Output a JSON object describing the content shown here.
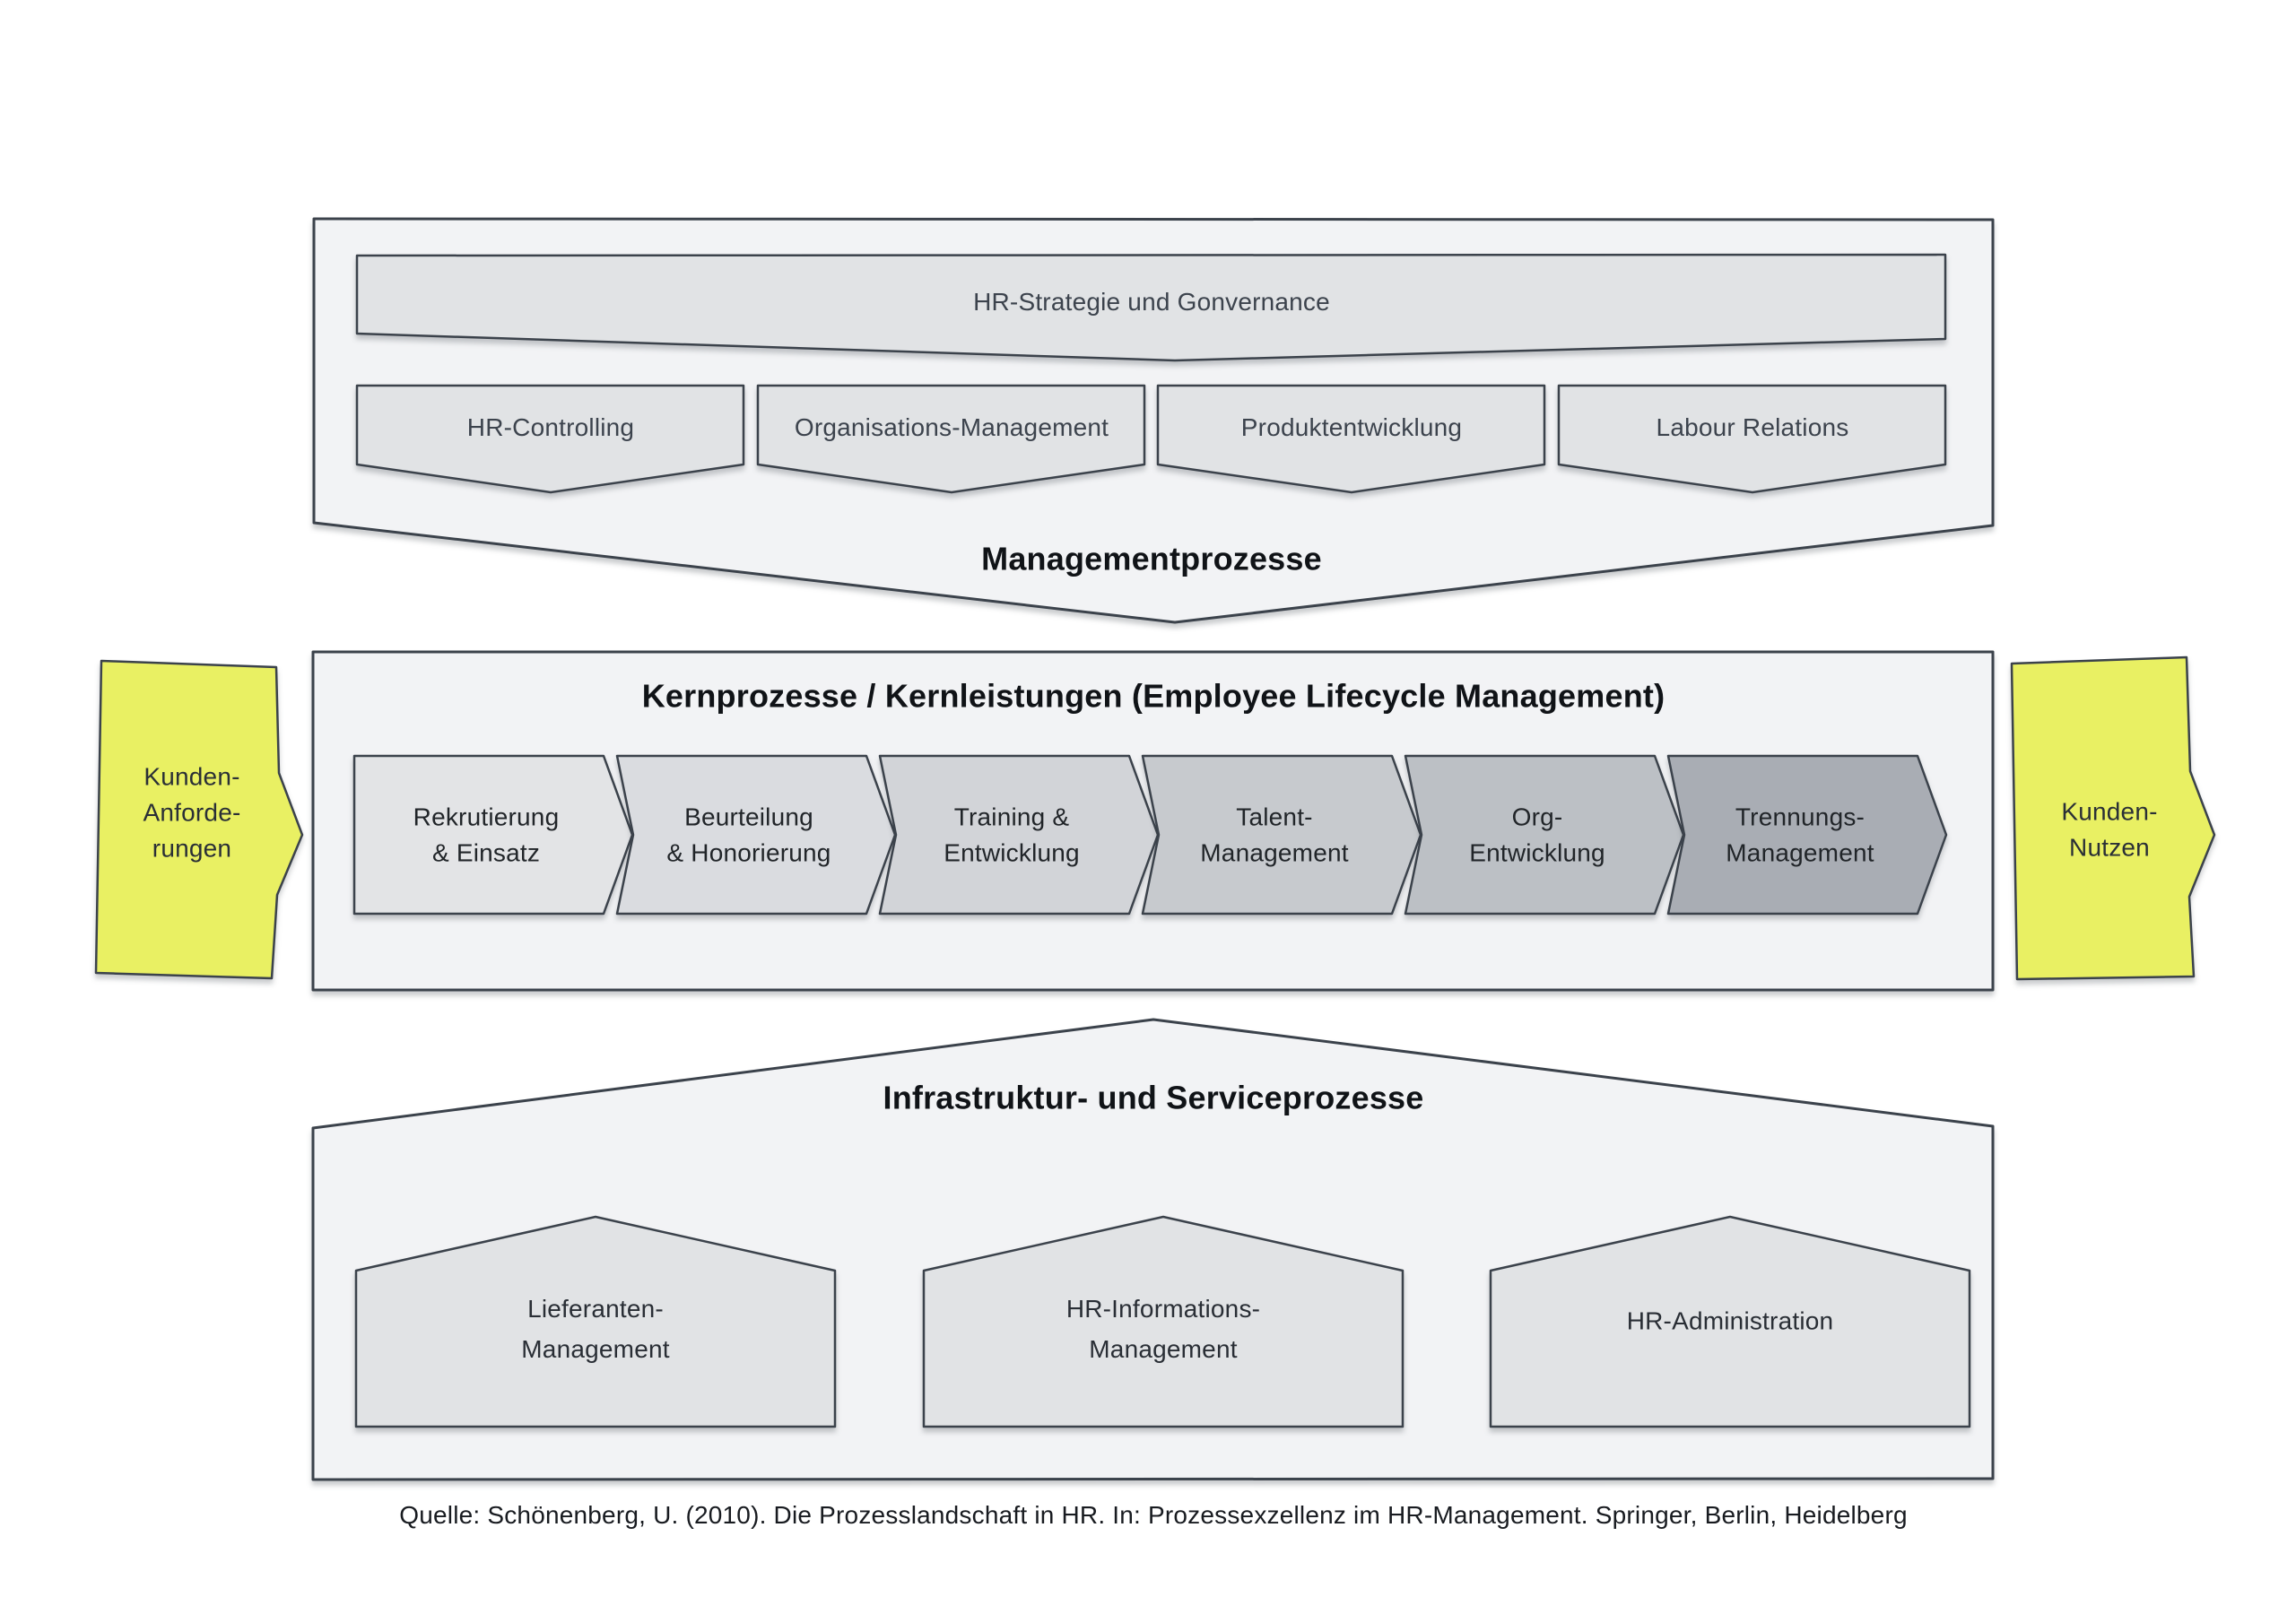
{
  "diagram": {
    "management": {
      "strategy_bar_label": "HR-Strategie und Gonvernance",
      "box_labels": [
        "HR-Controlling",
        "Organisations-Management",
        "Produktentwicklung",
        "Labour Relations"
      ],
      "section_label": "Managementprozesse"
    },
    "core": {
      "title": "Kernprozesse / Kernleistungen (Employee Lifecycle Management)",
      "step_labels": [
        "Rekrutierung\n& Einsatz",
        "Beurteilung\n& Honorierung",
        "Training &\nEntwicklung",
        "Talent-\nManagement",
        "Org-\nEntwicklung",
        "Trennungs-\nManagement"
      ],
      "input_label": "Kunden-\nAnforde-\nrungen",
      "output_label": "Kunden-\nNutzen"
    },
    "infrastructure": {
      "title": "Infrastruktur- und Serviceprozesse",
      "box_labels": [
        "Lieferanten-\nManagement",
        "HR-Informations-\nManagement",
        "HR-Administration"
      ]
    },
    "caption": "Quelle: Schönenberg, U. (2010). Die Prozesslandschaft in HR. In: Prozessexzellenz im HR-Management. Springer, Berlin, Heidelberg",
    "colors": {
      "container_fill": "#f2f3f5",
      "box_fill": "#e1e3e5",
      "stroke": "#3b424b",
      "accent_yellow": "#e9f063",
      "step_fills": [
        "#e3e4e6",
        "#dadce0",
        "#d2d4d8",
        "#c7cace",
        "#bcc0c5",
        "#a9adb4"
      ]
    }
  }
}
